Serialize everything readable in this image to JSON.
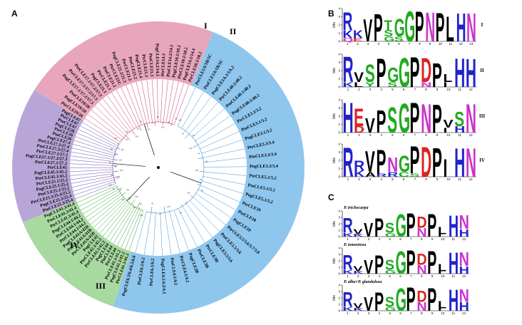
{
  "panels": {
    "a": "A",
    "b": "B",
    "c": "C"
  },
  "clades": [
    {
      "label": "I",
      "color": "#e8a6bd",
      "branch": "#c4386d"
    },
    {
      "label": "II",
      "color": "#8ec6ee",
      "branch": "#3e8fcf"
    },
    {
      "label": "III",
      "color": "#a7d9a1",
      "branch": "#2f9a3a"
    },
    {
      "label": "IV",
      "color": "#b9a6d8",
      "branch": "#6a4fa8"
    }
  ],
  "leaves": {
    "I": [
      "PtrCLE19/28",
      "PogCLE19/28",
      "PtoCLE19/28",
      "PogCLE17.1/17.2/17.3",
      "PtrCLE17.1/17.2/17.3",
      "PtoCLE17.1/17.2/17.3",
      "PogCLE21.1",
      "PtrCLE21.1",
      "PtoCLE21.1",
      "PtrCLE21C",
      "PogCLE21.2/21.3",
      "PtrCLE21.2",
      "PtoCLE21.2",
      "PogCLE21.4",
      "PtrCLE21.3",
      "PtoCLE21.3",
      "PogCLE14.2/14.3",
      "PtrCLE14.3",
      "PtoCLE14.2/14.3",
      "PogCLE10.1/10.2",
      "PtoCLE10.1/10.2",
      "PogCLE14.1/14.4",
      "PtrCLE10.1/10.2"
    ],
    "II": [
      "PtrCLE1A/1B/1C",
      "PtoCLE1A/1B/1C",
      "PogCLE1A.1/1A.2",
      "PtrCLE40.1/40.2",
      "PtoCLE40.1/40.2",
      "PogCLE40.1/40.2",
      "PtrCLE3.1/3.2",
      "PtoCLE3.1/3.2",
      "PogCLE3.1/3.2",
      "PtrCLE3.3/3.4",
      "PtoCLE3.3/3.4",
      "PogCLE3.3/3.4",
      "PtrCLE5.1/5.2",
      "PtoCLE5.1/5.2",
      "PogCLE5.1/5.2",
      "PtrCLE10",
      "PtoCLE10",
      "PogCLE10",
      "PtrCLE3.5/3.6/3.7/3.8",
      "PtoCLE3.5/3.6",
      "PogCLE3.5/3.6",
      "PtrCLE3B",
      "PtoCLE3B",
      "PogCLE3B",
      "PtrCLE4.1/4.2",
      "PtoCLE4.1/4.2",
      "PogCLE4.1/4.2/4.3",
      "PtrCLE6.1/6.2",
      "PtoCLE6.1/6.2",
      "PogCLE6.3/6.4/6.5/6.6"
    ],
    "III": [
      "PtrCLE41.1/41.2",
      "PogCLE41.1/41.2",
      "PtoCLE41.1/41.2",
      "PtrCLE44",
      "PtoCLE44",
      "PogCLE44",
      "PtrCLE42.1/42.2",
      "PtoCLE42.1/42.2",
      "PogCLE42",
      "PtrCLE41A/41B",
      "PtoCLE41A/41B",
      "PogCLE41A/41B",
      "PtrCLE44.1/44.2",
      "PtoCLE44.1/44.2",
      "PogCLE44.1/44.2",
      "PtrCLE41.3/41.4",
      "PtoCLE41.3/41.4",
      "PogCLE41.3/41.4"
    ],
    "IV": [
      "PtoCLE25.3/25.4",
      "PogCLE25.3/25.4",
      "PtrCLE25.3/25.4/25.5",
      "PtoCLE25.1/25.2",
      "PogCLE25.1/25.2",
      "PtrCLE25.1/25.2",
      "PtoCLE45.1/45.2",
      "PogCLE45.1/45.2",
      "PtrCLE45",
      "PtoCLE27.1/27.2",
      "PogCLE27.1/27.2/27.3",
      "PtrCLE27.1/27.2",
      "PtoCLE27.3/27.4",
      "PtrCLE27.3/27.4",
      "PogCLE27.4",
      "PtoCLE26",
      "PtrCLE26",
      "PogCLE26",
      "PtoCLE47",
      "PtrCLE47",
      "PogCLE47"
    ]
  },
  "motif_logos": [
    {
      "label": "I",
      "seq": [
        [
          {
            "l": "R",
            "c": "#2222cc",
            "h": 0.55
          },
          {
            "l": "K",
            "c": "#2222cc",
            "h": 0.25
          },
          {
            "l": "Q",
            "c": "#cc33cc",
            "h": 0.1
          }
        ],
        [
          {
            "l": "K",
            "c": "#2222cc",
            "h": 0.25
          },
          {
            "l": "E",
            "c": "#dd2222",
            "h": 0.1
          }
        ],
        [
          {
            "l": "V",
            "c": "#000000",
            "h": 0.7
          }
        ],
        [
          {
            "l": "P",
            "c": "#000000",
            "h": 0.85
          }
        ],
        [
          {
            "l": "T",
            "c": "#22aa22",
            "h": 0.3
          },
          {
            "l": "S",
            "c": "#22aa22",
            "h": 0.2
          },
          {
            "l": "G",
            "c": "#22aa22",
            "h": 0.15
          }
        ],
        [
          {
            "l": "G",
            "c": "#22aa22",
            "h": 0.55
          },
          {
            "l": "S",
            "c": "#22aa22",
            "h": 0.15
          }
        ],
        [
          {
            "l": "G",
            "c": "#22aa22",
            "h": 0.95
          }
        ],
        [
          {
            "l": "P",
            "c": "#000000",
            "h": 0.95
          }
        ],
        [
          {
            "l": "N",
            "c": "#cc33cc",
            "h": 0.92
          }
        ],
        [
          {
            "l": "P",
            "c": "#000000",
            "h": 0.9
          }
        ],
        [
          {
            "l": "L",
            "c": "#000000",
            "h": 0.78
          }
        ],
        [
          {
            "l": "H",
            "c": "#2222cc",
            "h": 0.88
          }
        ],
        [
          {
            "l": "N",
            "c": "#cc33cc",
            "h": 0.88
          }
        ]
      ]
    },
    {
      "label": "II",
      "seq": [
        [
          {
            "l": "R",
            "c": "#2222cc",
            "h": 0.8
          },
          {
            "l": "K",
            "c": "#2222cc",
            "h": 0.15
          }
        ],
        [
          {
            "l": "V",
            "c": "#000000",
            "h": 0.3
          },
          {
            "l": "L",
            "c": "#000000",
            "h": 0.15
          }
        ],
        [
          {
            "l": "S",
            "c": "#22aa22",
            "h": 0.55
          },
          {
            "l": "Y",
            "c": "#22aa22",
            "h": 0.15
          }
        ],
        [
          {
            "l": "P",
            "c": "#000000",
            "h": 0.9
          }
        ],
        [
          {
            "l": "G",
            "c": "#22aa22",
            "h": 0.45
          },
          {
            "l": "S",
            "c": "#22aa22",
            "h": 0.15
          }
        ],
        [
          {
            "l": "G",
            "c": "#22aa22",
            "h": 0.92
          }
        ],
        [
          {
            "l": "P",
            "c": "#000000",
            "h": 0.95
          }
        ],
        [
          {
            "l": "D",
            "c": "#dd2222",
            "h": 0.75
          },
          {
            "l": "N",
            "c": "#cc33cc",
            "h": 0.15
          }
        ],
        [
          {
            "l": "P",
            "c": "#000000",
            "h": 0.75
          }
        ],
        [
          {
            "l": "L",
            "c": "#000000",
            "h": 0.25
          },
          {
            "l": "I",
            "c": "#000000",
            "h": 0.15
          }
        ],
        [
          {
            "l": "H",
            "c": "#2222cc",
            "h": 0.9
          }
        ],
        [
          {
            "l": "H",
            "c": "#2222cc",
            "h": 0.88
          }
        ]
      ]
    },
    {
      "label": "III",
      "seq": [
        [
          {
            "l": "H",
            "c": "#2222cc",
            "h": 0.95
          }
        ],
        [
          {
            "l": "E",
            "c": "#dd2222",
            "h": 0.55
          },
          {
            "l": "D",
            "c": "#dd2222",
            "h": 0.2
          }
        ],
        [
          {
            "l": "V",
            "c": "#000000",
            "h": 0.45
          }
        ],
        [
          {
            "l": "P",
            "c": "#000000",
            "h": 0.7
          }
        ],
        [
          {
            "l": "S",
            "c": "#22aa22",
            "h": 0.8
          }
        ],
        [
          {
            "l": "G",
            "c": "#22aa22",
            "h": 0.92
          }
        ],
        [
          {
            "l": "P",
            "c": "#000000",
            "h": 0.95
          }
        ],
        [
          {
            "l": "N",
            "c": "#cc33cc",
            "h": 0.9
          }
        ],
        [
          {
            "l": "P",
            "c": "#000000",
            "h": 0.88
          }
        ],
        [
          {
            "l": "V",
            "c": "#000000",
            "h": 0.25
          },
          {
            "l": "I",
            "c": "#000000",
            "h": 0.15
          }
        ],
        [
          {
            "l": "S",
            "c": "#22aa22",
            "h": 0.45
          },
          {
            "l": "H",
            "c": "#2222cc",
            "h": 0.2
          }
        ],
        [
          {
            "l": "N",
            "c": "#cc33cc",
            "h": 0.9
          }
        ]
      ]
    },
    {
      "label": "IV",
      "seq": [
        [
          {
            "l": "R",
            "c": "#2222cc",
            "h": 0.92
          }
        ],
        [
          {
            "l": "R",
            "c": "#2222cc",
            "h": 0.3
          },
          {
            "l": "K",
            "c": "#2222cc",
            "h": 0.2
          }
        ],
        [
          {
            "l": "V",
            "c": "#000000",
            "h": 0.65
          },
          {
            "l": "A",
            "c": "#000000",
            "h": 0.15
          }
        ],
        [
          {
            "l": "P",
            "c": "#000000",
            "h": 0.75
          },
          {
            "l": "R",
            "c": "#2222cc",
            "h": 0.1
          }
        ],
        [
          {
            "l": "N",
            "c": "#cc33cc",
            "h": 0.45
          },
          {
            "l": "R",
            "c": "#2222cc",
            "h": 0.15
          }
        ],
        [
          {
            "l": "G",
            "c": "#22aa22",
            "h": 0.5
          },
          {
            "l": "C",
            "c": "#22aa22",
            "h": 0.15
          }
        ],
        [
          {
            "l": "P",
            "c": "#000000",
            "h": 0.85
          },
          {
            "l": "S",
            "c": "#22aa22",
            "h": 0.1
          }
        ],
        [
          {
            "l": "D",
            "c": "#dd2222",
            "h": 0.95
          }
        ],
        [
          {
            "l": "P",
            "c": "#000000",
            "h": 0.92
          }
        ],
        [
          {
            "l": "I",
            "c": "#000000",
            "h": 0.55
          }
        ],
        [
          {
            "l": "H",
            "c": "#2222cc",
            "h": 0.9
          }
        ],
        [
          {
            "l": "N",
            "c": "#cc33cc",
            "h": 0.9
          }
        ]
      ]
    }
  ],
  "species_logos": [
    {
      "species": "P. trichocarpa",
      "seq": [
        [
          {
            "l": "R",
            "c": "#2222cc",
            "h": 0.6
          },
          {
            "l": "K",
            "c": "#2222cc",
            "h": 0.15
          }
        ],
        [
          {
            "l": "V",
            "c": "#000000",
            "h": 0.2
          },
          {
            "l": "K",
            "c": "#2222cc",
            "h": 0.1
          }
        ],
        [
          {
            "l": "V",
            "c": "#000000",
            "h": 0.55
          }
        ],
        [
          {
            "l": "P",
            "c": "#000000",
            "h": 0.75
          }
        ],
        [
          {
            "l": "S",
            "c": "#22aa22",
            "h": 0.4
          },
          {
            "l": "G",
            "c": "#22aa22",
            "h": 0.15
          }
        ],
        [
          {
            "l": "G",
            "c": "#22aa22",
            "h": 0.9
          }
        ],
        [
          {
            "l": "P",
            "c": "#000000",
            "h": 0.95
          }
        ],
        [
          {
            "l": "D",
            "c": "#dd2222",
            "h": 0.45
          },
          {
            "l": "N",
            "c": "#cc33cc",
            "h": 0.35
          }
        ],
        [
          {
            "l": "P",
            "c": "#000000",
            "h": 0.9
          }
        ],
        [
          {
            "l": "L",
            "c": "#000000",
            "h": 0.3
          },
          {
            "l": "I",
            "c": "#000000",
            "h": 0.1
          }
        ],
        [
          {
            "l": "H",
            "c": "#2222cc",
            "h": 0.85
          }
        ],
        [
          {
            "l": "N",
            "c": "#cc33cc",
            "h": 0.55
          },
          {
            "l": "H",
            "c": "#2222cc",
            "h": 0.3
          }
        ]
      ]
    },
    {
      "species": "P. tomentosa",
      "seq": [
        [
          {
            "l": "R",
            "c": "#2222cc",
            "h": 0.6
          },
          {
            "l": "K",
            "c": "#2222cc",
            "h": 0.15
          }
        ],
        [
          {
            "l": "V",
            "c": "#000000",
            "h": 0.2
          },
          {
            "l": "K",
            "c": "#2222cc",
            "h": 0.1
          }
        ],
        [
          {
            "l": "V",
            "c": "#000000",
            "h": 0.55
          }
        ],
        [
          {
            "l": "P",
            "c": "#000000",
            "h": 0.75
          }
        ],
        [
          {
            "l": "S",
            "c": "#22aa22",
            "h": 0.4
          },
          {
            "l": "G",
            "c": "#22aa22",
            "h": 0.15
          }
        ],
        [
          {
            "l": "G",
            "c": "#22aa22",
            "h": 0.9
          }
        ],
        [
          {
            "l": "P",
            "c": "#000000",
            "h": 0.95
          }
        ],
        [
          {
            "l": "D",
            "c": "#dd2222",
            "h": 0.45
          },
          {
            "l": "N",
            "c": "#cc33cc",
            "h": 0.35
          }
        ],
        [
          {
            "l": "P",
            "c": "#000000",
            "h": 0.9
          }
        ],
        [
          {
            "l": "L",
            "c": "#000000",
            "h": 0.3
          },
          {
            "l": "I",
            "c": "#000000",
            "h": 0.1
          }
        ],
        [
          {
            "l": "H",
            "c": "#2222cc",
            "h": 0.85
          }
        ],
        [
          {
            "l": "N",
            "c": "#cc33cc",
            "h": 0.55
          },
          {
            "l": "H",
            "c": "#2222cc",
            "h": 0.3
          }
        ]
      ]
    },
    {
      "species": "P. alba×P. glandulosa",
      "seq": [
        [
          {
            "l": "R",
            "c": "#2222cc",
            "h": 0.6
          },
          {
            "l": "K",
            "c": "#2222cc",
            "h": 0.15
          }
        ],
        [
          {
            "l": "V",
            "c": "#000000",
            "h": 0.2
          },
          {
            "l": "K",
            "c": "#2222cc",
            "h": 0.1
          }
        ],
        [
          {
            "l": "V",
            "c": "#000000",
            "h": 0.55
          }
        ],
        [
          {
            "l": "P",
            "c": "#000000",
            "h": 0.75
          }
        ],
        [
          {
            "l": "S",
            "c": "#22aa22",
            "h": 0.4
          },
          {
            "l": "G",
            "c": "#22aa22",
            "h": 0.15
          }
        ],
        [
          {
            "l": "G",
            "c": "#22aa22",
            "h": 0.9
          }
        ],
        [
          {
            "l": "P",
            "c": "#000000",
            "h": 0.95
          }
        ],
        [
          {
            "l": "D",
            "c": "#dd2222",
            "h": 0.45
          },
          {
            "l": "N",
            "c": "#cc33cc",
            "h": 0.35
          }
        ],
        [
          {
            "l": "P",
            "c": "#000000",
            "h": 0.9
          }
        ],
        [
          {
            "l": "L",
            "c": "#000000",
            "h": 0.3
          },
          {
            "l": "I",
            "c": "#000000",
            "h": 0.1
          }
        ],
        [
          {
            "l": "H",
            "c": "#2222cc",
            "h": 0.85
          }
        ],
        [
          {
            "l": "N",
            "c": "#cc33cc",
            "h": 0.5
          },
          {
            "l": "H",
            "c": "#2222cc",
            "h": 0.35
          }
        ]
      ]
    }
  ],
  "logo_axis": {
    "ylabel": "bits",
    "yticks": [
      "0",
      "1",
      "2",
      "3",
      "4"
    ]
  }
}
